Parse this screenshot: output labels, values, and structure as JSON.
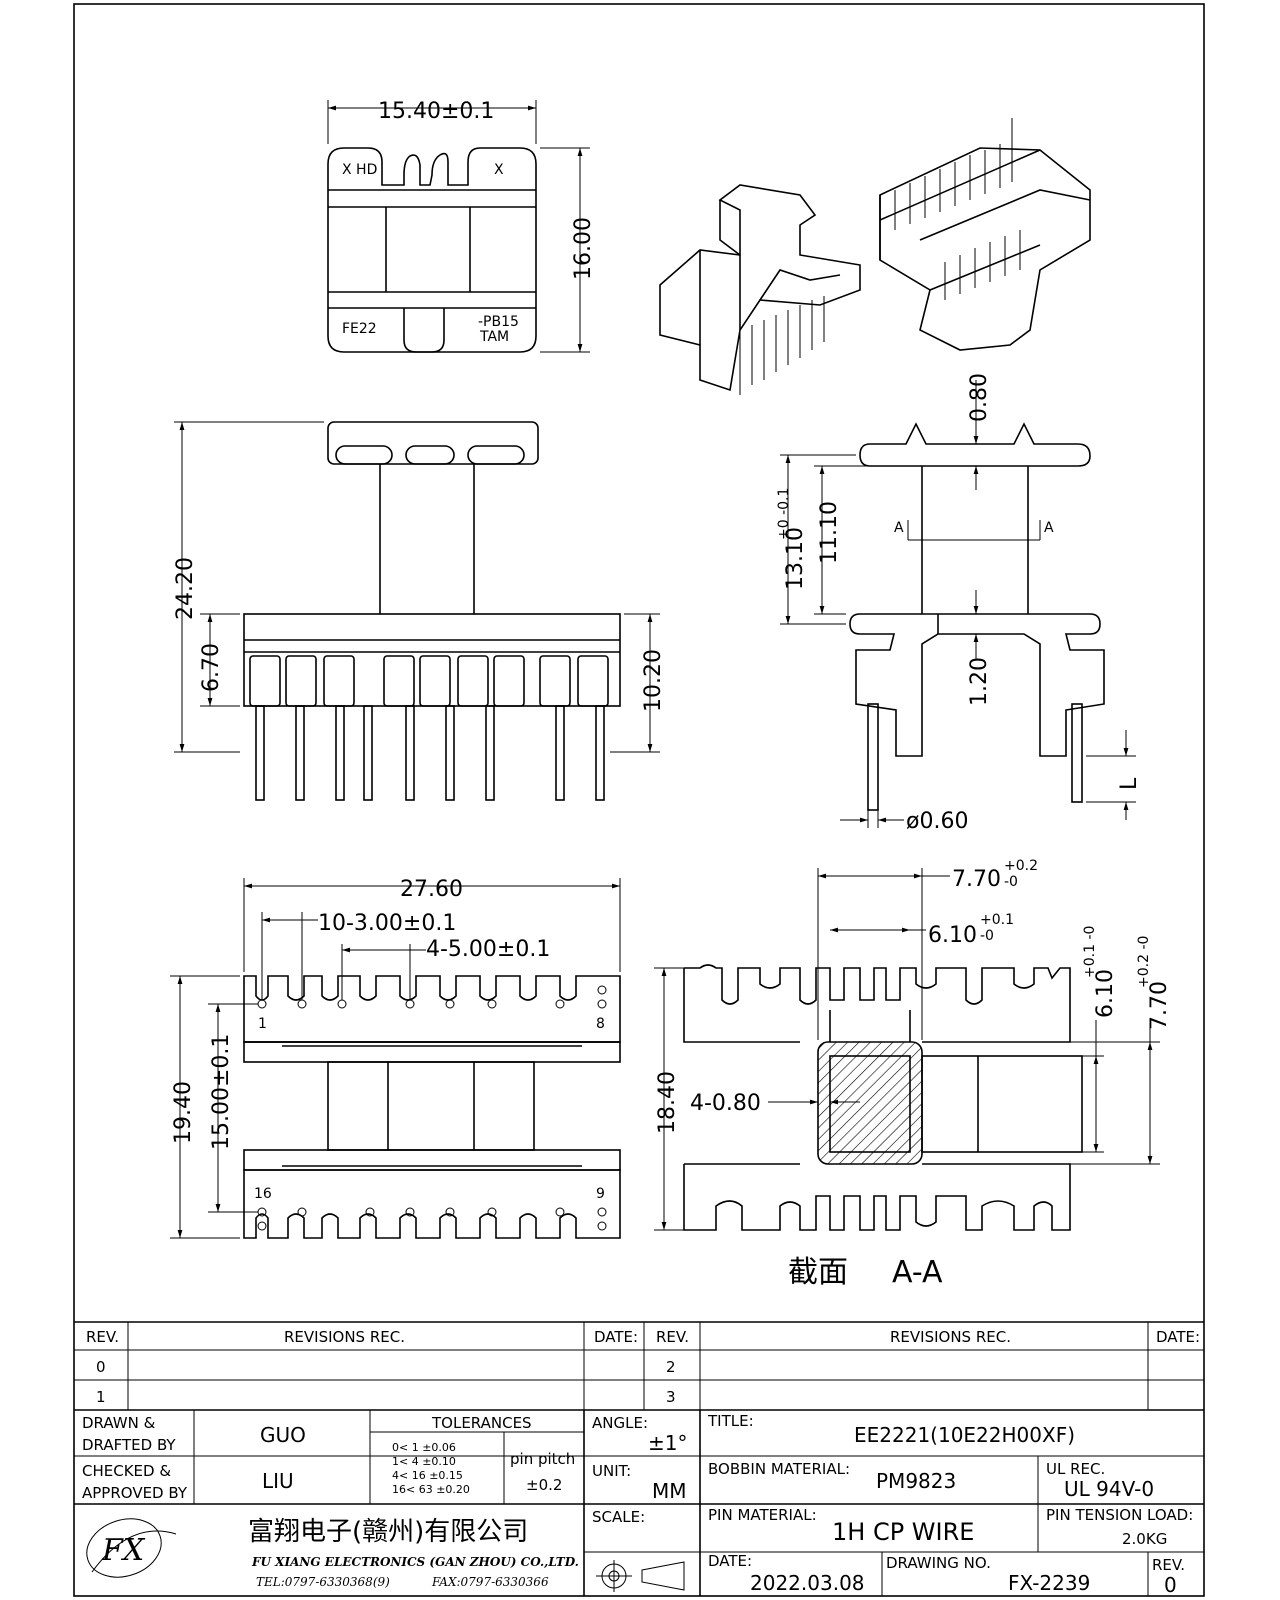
{
  "top_view": {
    "width_dim": "15.40±0.1",
    "height_dim": "16.00",
    "mark_x_hd": "X HD",
    "mark_x": "X",
    "mark_fe22": "FE22",
    "mark_pb15": "-PB15",
    "mark_tam": "TAM"
  },
  "front_view": {
    "total_height": "24.20",
    "pin_offset": "6.70",
    "base_height": "10.20"
  },
  "side_view": {
    "flange_thk": "0.80",
    "height_tol": "+0\n-0.1",
    "height_outer": "13.10",
    "height_inner": "11.10",
    "base_thk": "1.20",
    "pin_dia": "ø0.60",
    "pin_len": "L",
    "section_mark": "A"
  },
  "bottom_view": {
    "length": "27.60",
    "pitch_a": "10-3.00±0.1",
    "pitch_b": "4-5.00±0.1",
    "row_spacing_outer": "19.40",
    "row_spacing": "15.00±0.1",
    "pin_1": "1",
    "pin_8": "8",
    "pin_16": "16",
    "pin_9": "9"
  },
  "section_view": {
    "outer_w": "7.70",
    "outer_w_tol_plus": "+0.2",
    "outer_w_tol_minus": "-0",
    "inner_w": "6.10",
    "inner_w_tol_plus": "+0.1",
    "inner_w_tol_minus": "-0",
    "inner_h": "6.10",
    "inner_h_tol": "+0.1 -0",
    "outer_h": "7.70",
    "outer_h_tol": "+0.2 -0",
    "height": "18.40",
    "wall": "4-0.80",
    "title": "截面",
    "title_tag": "A-A"
  },
  "title_block": {
    "rev_header": "REV.",
    "revisions_header": "REVISIONS REC.",
    "date_header": "DATE:",
    "rev_rows": [
      "0",
      "1"
    ],
    "rev_rows_right": [
      "2",
      "3"
    ],
    "drawn_label_1": "DRAWN &",
    "drawn_label_2": "DRAFTED BY",
    "drawn_by": "GUO",
    "checked_label_1": "CHECKED &",
    "checked_label_2": "APPROVED BY",
    "checked_by": "LIU",
    "tolerances_label": "TOLERANCES",
    "tolerances": [
      "0< 1 ±0.06",
      "1< 4 ±0.10",
      "4< 16 ±0.15",
      "16< 63 ±0.20"
    ],
    "pin_pitch_label": "pin pitch",
    "pin_pitch_value": "±0.2",
    "angle_label": "ANGLE:",
    "angle_value": "±1°",
    "unit_label": "UNIT:",
    "unit_value": "MM",
    "scale_label": "SCALE:",
    "title_label": "TITLE:",
    "title_value": "EE2221(10E22H00XF)",
    "bobbin_label": "BOBBIN MATERIAL:",
    "bobbin_value": "PM9823",
    "ul_label": "UL REC.",
    "ul_value": "UL 94V-0",
    "pin_material_label": "PIN MATERIAL:",
    "pin_material_value": "1H CP WIRE",
    "tension_label": "PIN TENSION LOAD:",
    "tension_value": "2.0KG",
    "date_label": "DATE:",
    "date_value": "2022.03.08",
    "drawing_no_label": "DRAWING NO.",
    "drawing_no_value": "FX-2239",
    "rev_label": "REV.",
    "rev_value": "0",
    "company_cn": "富翔电子(赣州)有限公司",
    "company_en": "FU XIANG ELECTRONICS (GAN ZHOU) CO.,LTD.",
    "tel": "TEL:0797-6330368(9)",
    "fax": "FAX:0797-6330366",
    "logo_text": "FX"
  }
}
